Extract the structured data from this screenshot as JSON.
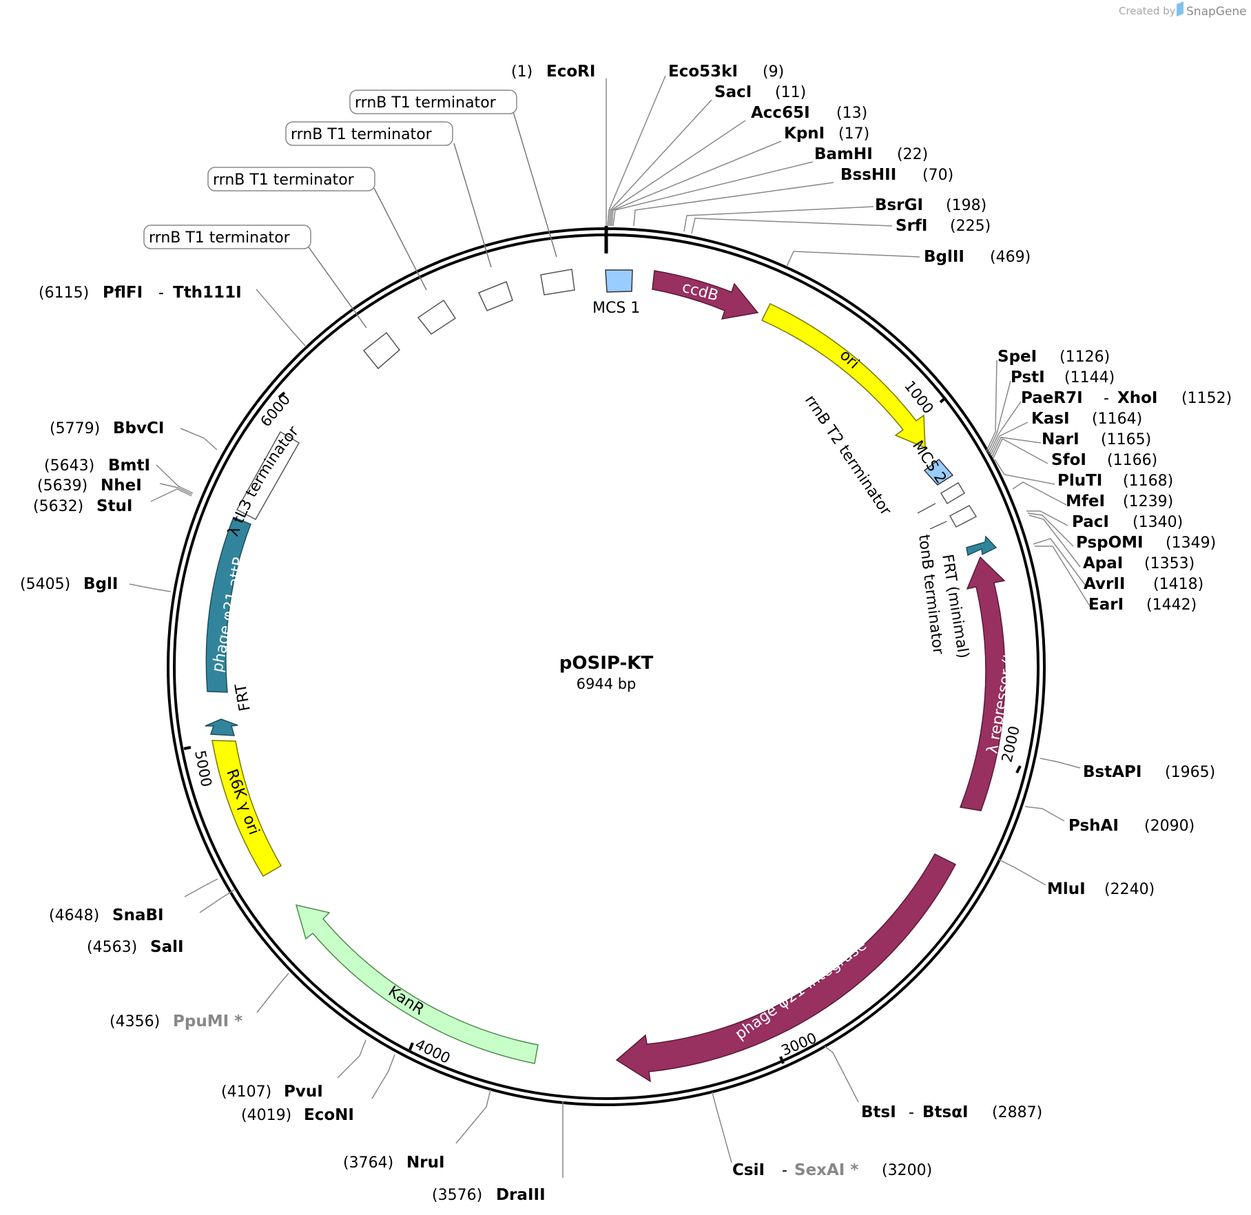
{
  "plasmid": {
    "name": "pOSIP-KT",
    "size": "6944 bp"
  },
  "credit": {
    "created_by": "Created by",
    "brand": "SnapGene"
  },
  "colors": {
    "ccdB": "#983060",
    "ori": "#ffff00",
    "lambda_repressor": "#983060",
    "integrase": "#983060",
    "KanR": "#c8ffc8",
    "R6K_ori": "#ffff00",
    "FRT": "#31849b",
    "attP": "#31849b",
    "MCS": "#99ccff"
  },
  "ticks": [
    {
      "label": "1000"
    },
    {
      "label": "2000"
    },
    {
      "label": "3000"
    },
    {
      "label": "4000"
    },
    {
      "label": "5000"
    },
    {
      "label": "6000"
    }
  ],
  "arrow_features": [
    {
      "label": "ccdB",
      "color": "#983060",
      "text_color": "#ffffff"
    },
    {
      "label": "ori",
      "color": "#ffff00",
      "text_color": "#000000"
    },
    {
      "label": "λ repressor (ts)",
      "color": "#983060",
      "text_color": "#ffffff"
    },
    {
      "label": "phage φ21 integrase",
      "color": "#983060",
      "text_color": "#ffffff"
    },
    {
      "label": "KanR",
      "color": "#c8ffc8",
      "text_color": "#000000"
    },
    {
      "label": "R6K γ ori",
      "color": "#ffff00",
      "text_color": "#000000"
    },
    {
      "label": "phage φ21 attP",
      "color": "#31849b",
      "text_color": "#ffffff"
    }
  ],
  "small_features": [
    {
      "label": "MCS 1"
    },
    {
      "label": "MCS 2"
    },
    {
      "label": "rrnB T2 terminator"
    },
    {
      "label": "tonB terminator"
    },
    {
      "label": "FRT (minimal)"
    },
    {
      "label": "FRT"
    },
    {
      "label": "λ tL3 terminator"
    }
  ],
  "terminator_boxes": [
    {
      "label": "rrnB T1 terminator"
    },
    {
      "label": "rrnB T1 terminator"
    },
    {
      "label": "rrnB T1 terminator"
    },
    {
      "label": "rrnB T1 terminator"
    }
  ],
  "enzymes": [
    {
      "name": "EcoRI",
      "pos": "(1)"
    },
    {
      "name": "Eco53kI",
      "pos": "(9)"
    },
    {
      "name": "SacI",
      "pos": "(11)"
    },
    {
      "name": "Acc65I",
      "pos": "(13)"
    },
    {
      "name": "KpnI",
      "pos": "(17)"
    },
    {
      "name": "BamHI",
      "pos": "(22)"
    },
    {
      "name": "BssHII",
      "pos": "(70)"
    },
    {
      "name": "BsrGI",
      "pos": "(198)"
    },
    {
      "name": "SrfI",
      "pos": "(225)"
    },
    {
      "name": "BglII",
      "pos": "(469)"
    },
    {
      "name": "SpeI",
      "pos": "(1126)"
    },
    {
      "name": "PstI",
      "pos": "(1144)"
    },
    {
      "name": "PaeR7I",
      "name2": "XhoI",
      "pos": "(1152)"
    },
    {
      "name": "KasI",
      "pos": "(1164)"
    },
    {
      "name": "NarI",
      "pos": "(1165)"
    },
    {
      "name": "SfoI",
      "pos": "(1166)"
    },
    {
      "name": "PluTI",
      "pos": "(1168)"
    },
    {
      "name": "MfeI",
      "pos": "(1239)"
    },
    {
      "name": "PacI",
      "pos": "(1340)"
    },
    {
      "name": "PspOMI",
      "pos": "(1349)"
    },
    {
      "name": "ApaI",
      "pos": "(1353)"
    },
    {
      "name": "AvrII",
      "pos": "(1418)"
    },
    {
      "name": "EarI",
      "pos": "(1442)"
    },
    {
      "name": "BstAPI",
      "pos": "(1965)"
    },
    {
      "name": "PshAI",
      "pos": "(2090)"
    },
    {
      "name": "MluI",
      "pos": "(2240)"
    },
    {
      "name": "BtsI",
      "name2": "BtsαI",
      "pos": "(2887)"
    },
    {
      "name": "CsiI",
      "name2": "SexAI *",
      "pos": "(3200)"
    },
    {
      "name": "DraIII",
      "pos": "(3576)"
    },
    {
      "name": "NruI",
      "pos": "(3764)"
    },
    {
      "name": "EcoNI",
      "pos": "(4019)"
    },
    {
      "name": "PvuI",
      "pos": "(4107)"
    },
    {
      "name": "PpuMI *",
      "pos": "(4356)"
    },
    {
      "name": "SalI",
      "pos": "(4563)"
    },
    {
      "name": "SnaBI",
      "pos": "(4648)"
    },
    {
      "name": "BglI",
      "pos": "(5405)"
    },
    {
      "name": "StuI",
      "pos": "(5632)"
    },
    {
      "name": "NheI",
      "pos": "(5639)"
    },
    {
      "name": "BmtI",
      "pos": "(5643)"
    },
    {
      "name": "BbvCI",
      "pos": "(5779)"
    },
    {
      "name": "PflFI",
      "name2": "Tth111I",
      "pos": "(6115)"
    }
  ]
}
